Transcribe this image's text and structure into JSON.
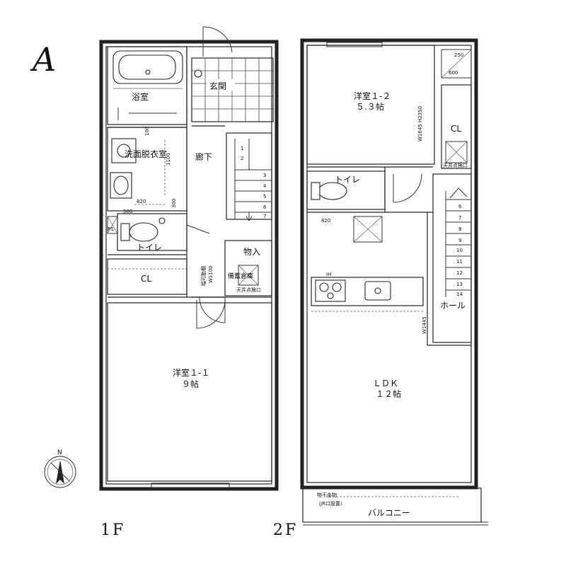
{
  "logo": "A",
  "floors": {
    "first": {
      "label": "1F",
      "rooms": {
        "bath": "浴室",
        "genkan": "玄関",
        "washroom": "洗面脱衣室",
        "hallway": "廊下",
        "toilet": "トイレ",
        "storage": "物入",
        "closet": "CL",
        "bedroom_name": "洋室１-１",
        "bedroom_size": "９帖"
      },
      "notes": {
        "bikou": "備蓄倉庫",
        "tenjo": "天井点検口",
        "dim_100": "100",
        "dim_1100": "1100",
        "dim_820": "820",
        "dim_300": "300",
        "dim_500": "500",
        "dim_w1100": "W1100",
        "dim_label_ps": "PS",
        "dim_lh": "幅可動棚"
      },
      "stairs": [
        "1",
        "2",
        "3",
        "4",
        "5",
        "6",
        "7"
      ]
    },
    "second": {
      "label": "2F",
      "rooms": {
        "western2_name": "洋室１-２",
        "western2_size": "５.３帖",
        "closet": "CL",
        "toilet": "トイレ",
        "hall": "ホール",
        "ldk_name": "ＬＤＫ",
        "ldk_size": "１２帖",
        "balcony": "バルコニー"
      },
      "notes": {
        "dim_w1645": "W1645 H2350",
        "dim_820": "820",
        "dim_w1445": "W1445",
        "dim_600": "600",
        "dim_250": "250",
        "ih": "IH",
        "hoshi": "物干金物",
        "hoshi2": "（JR口設置）",
        "tenjo": "天井点検口"
      },
      "stairs": [
        "6",
        "7",
        "8",
        "9",
        "10",
        "11",
        "12",
        "13",
        "14"
      ]
    }
  },
  "compass": {
    "north": "N"
  }
}
